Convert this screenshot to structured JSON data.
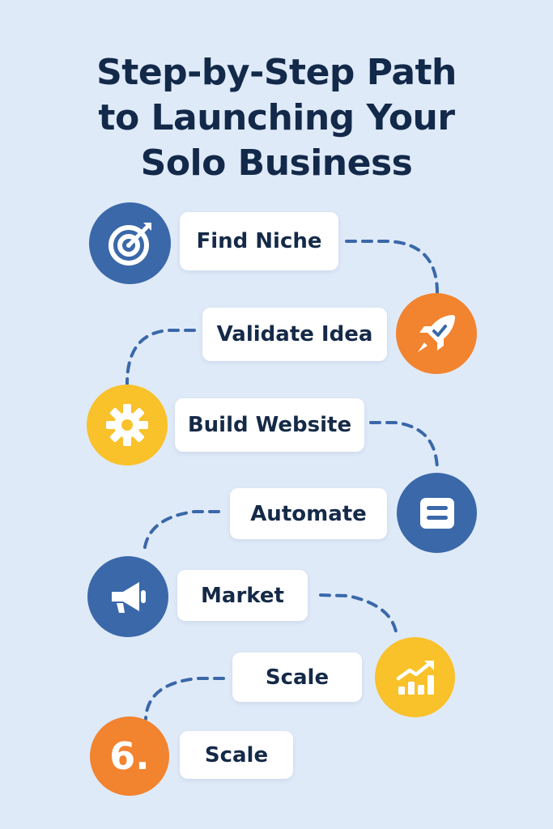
{
  "title": {
    "line1": "Step-by-Step Path",
    "line2": "to Launching Your",
    "line3": "Solo Business"
  },
  "steps": [
    {
      "label": "Find Niche",
      "icon": "target-icon",
      "color": "#3a68a9"
    },
    {
      "label": "Validate Idea",
      "icon": "rocket-icon",
      "color": "#f2832f"
    },
    {
      "label": "Build Website",
      "icon": "gear-icon",
      "color": "#f9c12a"
    },
    {
      "label": "Automate",
      "icon": "window-icon",
      "color": "#3a68a9"
    },
    {
      "label": "Market",
      "icon": "megaphone-icon",
      "color": "#3a68a9"
    },
    {
      "label": "Scale",
      "icon": "growth-chart-icon",
      "color": "#f9c12a"
    },
    {
      "label": "Scale",
      "icon": "number-six-badge",
      "color": "#f2832f",
      "badge_text": "6."
    }
  ],
  "colors": {
    "background": "#dfeaf8",
    "connector": "#3a68a9",
    "text": "#13294a"
  }
}
